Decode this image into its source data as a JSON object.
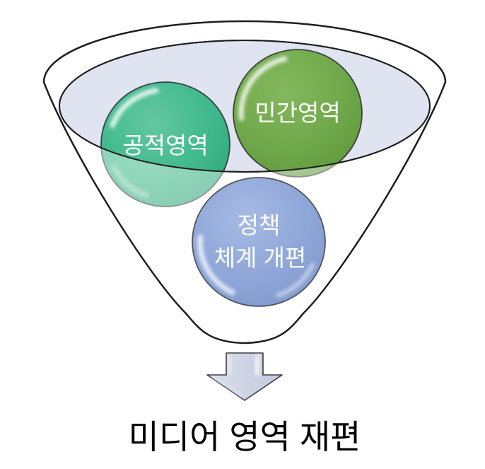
{
  "diagram": {
    "caption": "미디어 영역 재편",
    "funnel": {
      "bowl_fill": "#E0E4F1",
      "outline_color": "#1E1E1E",
      "body_fill": "#FFFFFF"
    },
    "bubbles": {
      "public": {
        "label": "공적영역",
        "color": "#3FB88C",
        "submerged_color": "#8CCFAE"
      },
      "private": {
        "label": "민간영역",
        "color": "#6FA84A",
        "submerged_color": "#A9CB8C"
      },
      "policy": {
        "label_line1": "정책",
        "label_line2": "체계 개편",
        "color": "#8EA6D8"
      }
    },
    "arrow": {
      "icon": "down-arrow-icon",
      "fill": "#CDD3E4",
      "outline": "#3E3E3E"
    }
  }
}
